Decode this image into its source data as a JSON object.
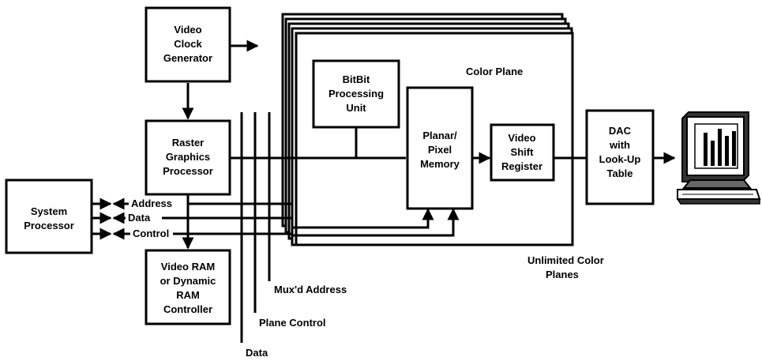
{
  "blocks": {
    "video_clock": [
      "Video",
      "Clock",
      "Generator"
    ],
    "raster": [
      "Raster",
      "Graphics",
      "Processor"
    ],
    "system": [
      "System",
      "Processor"
    ],
    "vram": [
      "Video RAM",
      "or Dynamic",
      "RAM",
      "Controller"
    ],
    "bitbit": [
      "BitBit",
      "Processing",
      "Unit"
    ],
    "planar": [
      "Planar/",
      "Pixel",
      "Memory"
    ],
    "shift": [
      "Video",
      "Shift",
      "Register"
    ],
    "dac": [
      "DAC",
      "with",
      "Look-Up",
      "Table"
    ]
  },
  "labels": {
    "color_plane": "Color Plane",
    "unlimited": [
      "Unlimited Color",
      "Planes"
    ],
    "address": "Address",
    "data": "Data",
    "control": "Control",
    "muxd_address": "Mux'd Address",
    "plane_control": "Plane Control",
    "bus_data": "Data"
  },
  "colors": {
    "ink": "#000000",
    "paper": "#ffffff"
  },
  "icons": {
    "monitor": "computer-monitor-icon"
  }
}
